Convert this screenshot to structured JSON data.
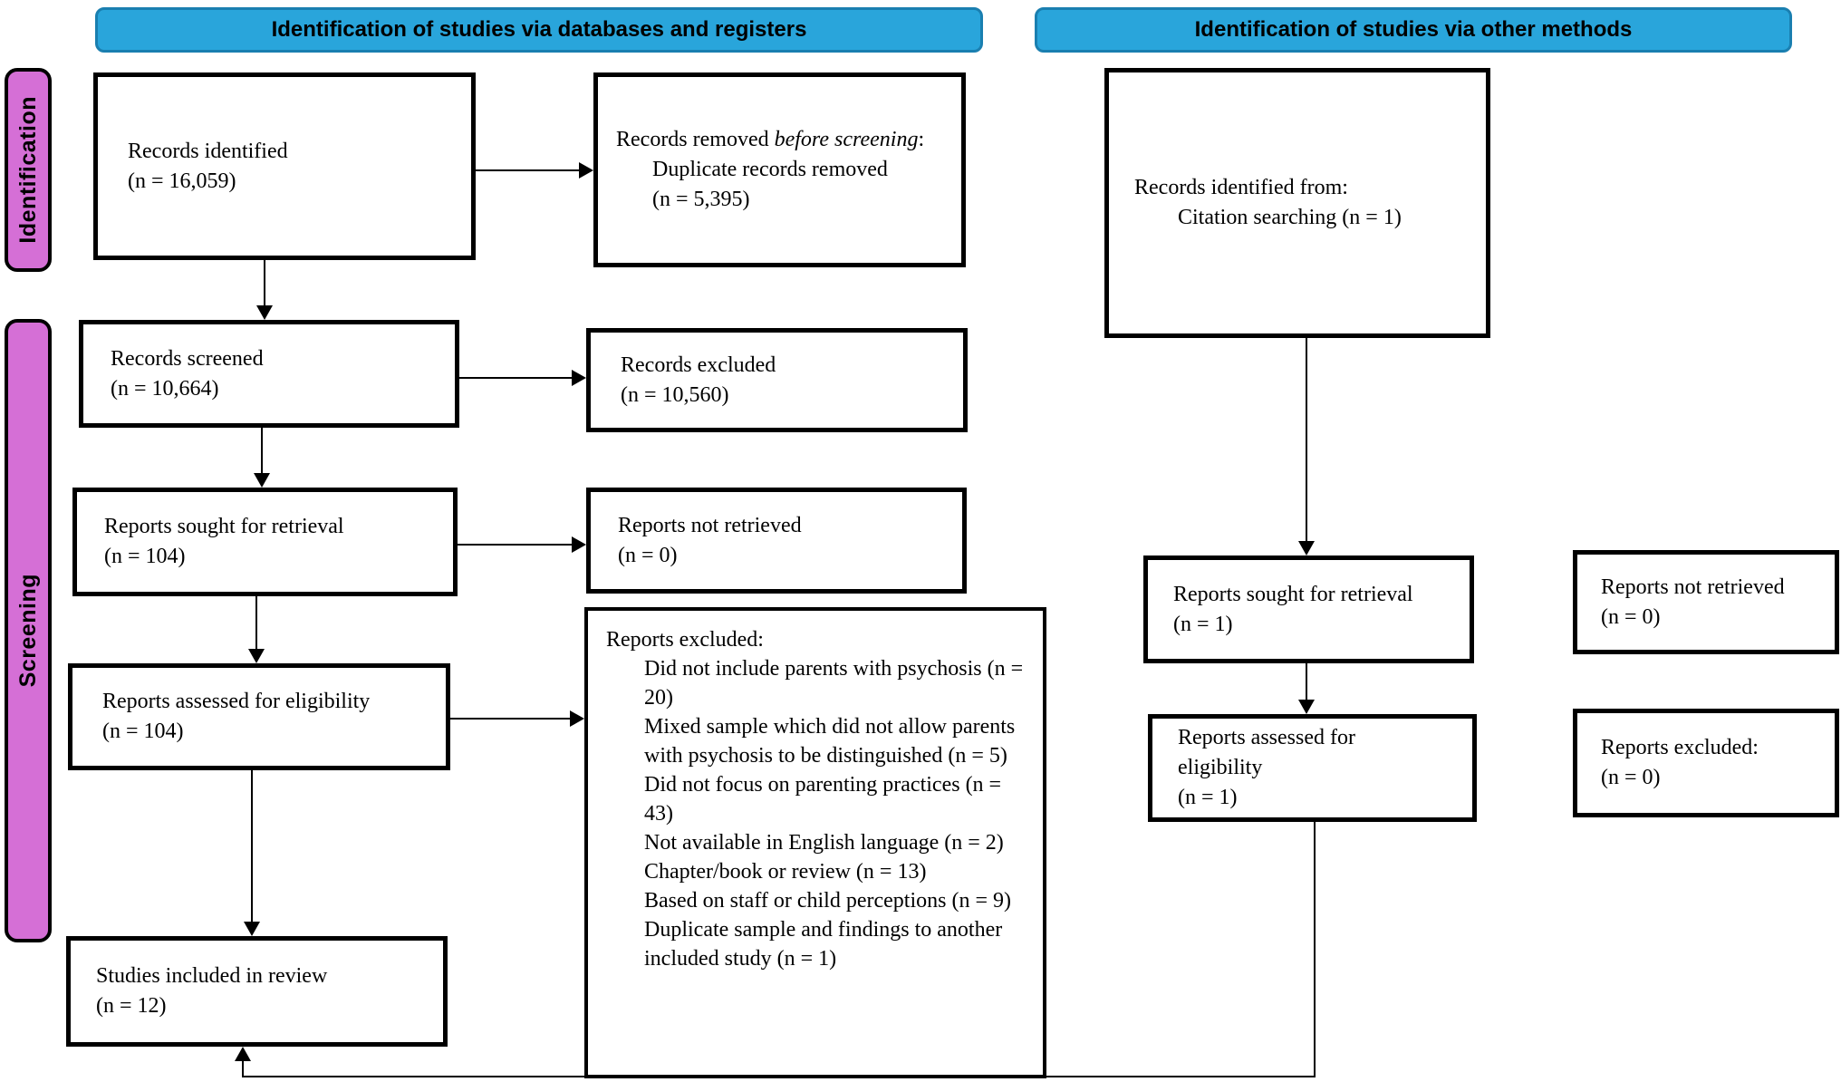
{
  "colors": {
    "header_fill": "#29A5DB",
    "header_border": "#1A7FB0",
    "stage_fill": "#D56FD6",
    "stage_border": "#000000",
    "line": "#000000",
    "box_bg": "#ffffff",
    "text": "#000000"
  },
  "headers": {
    "databases": "Identification of studies via databases and registers",
    "other_methods": "Identification of studies via other methods"
  },
  "stages": {
    "identification": "Identification",
    "screening": "Screening"
  },
  "boxes": {
    "records_identified": {
      "line1": "Records identified",
      "line2": "(n = 16,059)"
    },
    "records_removed": {
      "prefix": "Records removed ",
      "italic": "before screening",
      "suffix": ":",
      "line2": "Duplicate records removed",
      "line3": "(n = 5,395)"
    },
    "records_screened": {
      "line1": "Records screened",
      "line2": "(n = 10,664)"
    },
    "records_excluded": {
      "line1": "Records excluded",
      "line2": "(n = 10,560)"
    },
    "reports_sought": {
      "line1": "Reports sought for retrieval",
      "line2": "(n = 104)"
    },
    "reports_not_retrieved": {
      "line1": "Reports not retrieved",
      "line2": "(n = 0)"
    },
    "reports_assessed": {
      "line1": "Reports assessed for eligibility",
      "line2": "(n = 104)"
    },
    "reports_excluded_list": {
      "title": "Reports excluded:",
      "items": [
        "Did not include parents with psychosis (n = 20)",
        "Mixed sample which did not allow parents with psychosis to be distinguished (n = 5)",
        "Did not focus on parenting practices (n = 43)",
        "Not available in English language (n = 2)",
        "Chapter/book or review (n = 13)",
        "Based on staff or child perceptions (n = 9)",
        "Duplicate sample and findings to another included study (n = 1)"
      ]
    },
    "studies_included": {
      "line1": "Studies included in review",
      "line2": "(n = 12)"
    },
    "records_identified_other": {
      "line1": "Records identified from:",
      "line2": "Citation searching (n = 1)"
    },
    "reports_sought_other": {
      "line1": "Reports sought for retrieval",
      "line2": "(n = 1)"
    },
    "reports_not_retrieved_other": {
      "line1": "Reports not retrieved",
      "line2": "(n = 0)"
    },
    "reports_assessed_other": {
      "line1": "Reports assessed for eligibility",
      "line2": "(n = 1)"
    },
    "reports_excluded_other": {
      "line1": "Reports excluded:",
      "line2": "(n = 0)"
    }
  }
}
